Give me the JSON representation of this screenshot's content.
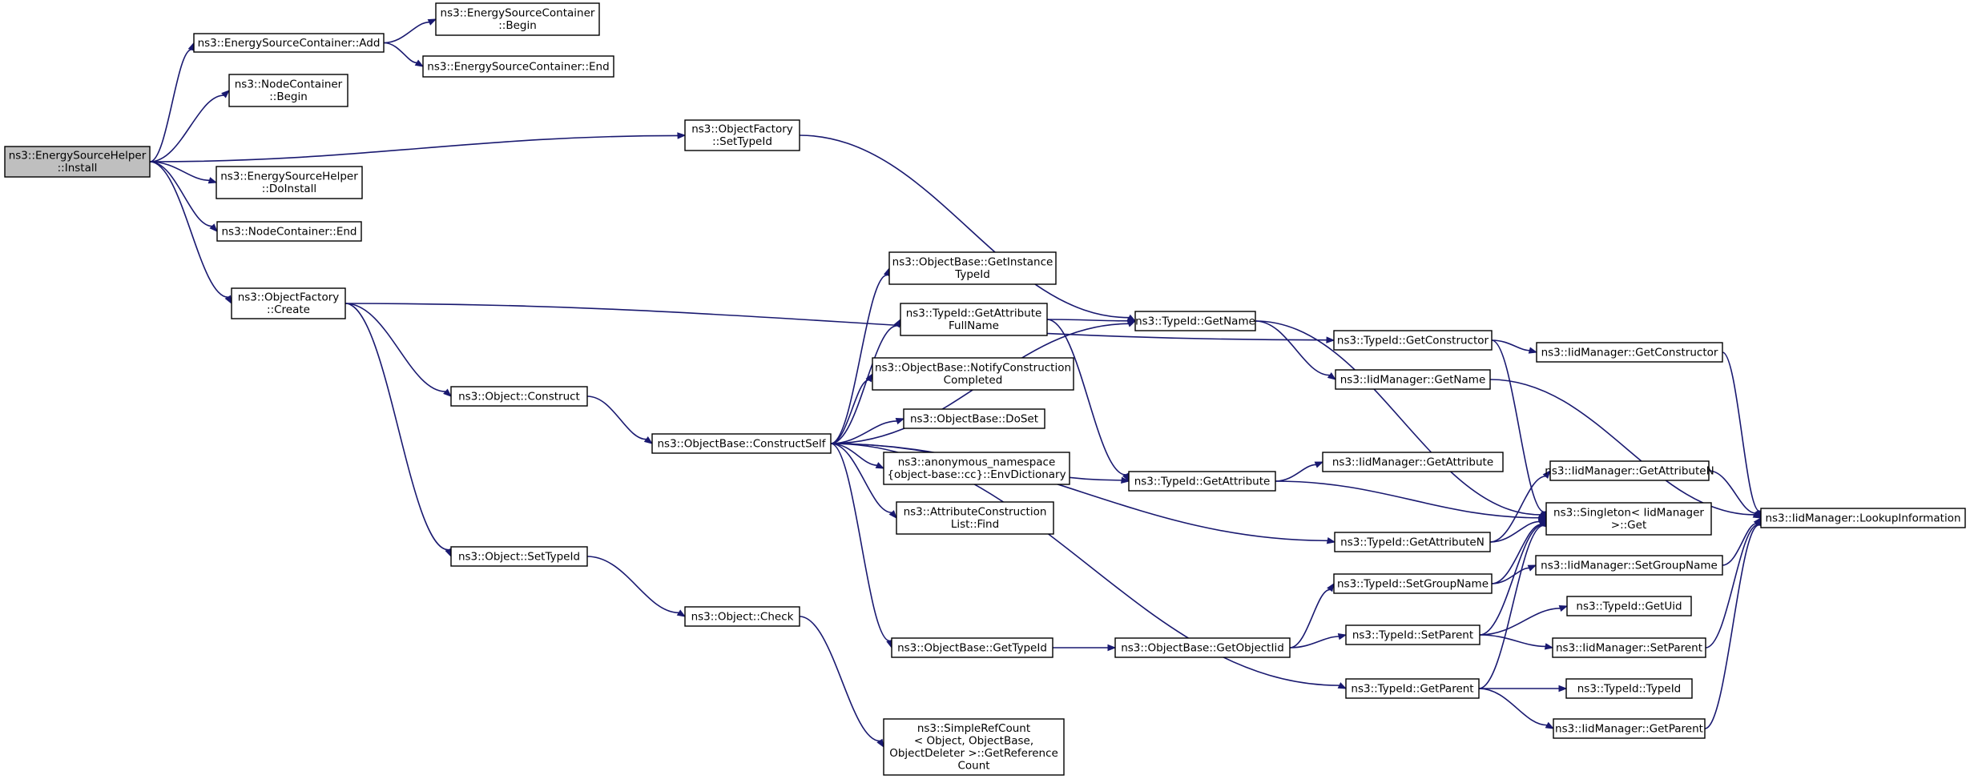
{
  "colors": {
    "edge": "#191970",
    "node_border": "#000000",
    "root_fill": "#bfbfbf",
    "node_fill": "#ffffff"
  },
  "nodes": {
    "install": {
      "lines": [
        "ns3::EnergySourceHelper",
        "::Install"
      ]
    },
    "esc_add": {
      "lines": [
        "ns3::EnergySourceContainer::Add"
      ]
    },
    "esc_begin": {
      "lines": [
        "ns3::EnergySourceContainer",
        "::Begin"
      ]
    },
    "esc_end": {
      "lines": [
        "ns3::EnergySourceContainer::End"
      ]
    },
    "nc_begin": {
      "lines": [
        "ns3::NodeContainer",
        "::Begin"
      ]
    },
    "of_settypeid": {
      "lines": [
        "ns3::ObjectFactory",
        "::SetTypeId"
      ]
    },
    "esh_doinstall": {
      "lines": [
        "ns3::EnergySourceHelper",
        "::DoInstall"
      ]
    },
    "nc_end": {
      "lines": [
        "ns3::NodeContainer::End"
      ]
    },
    "of_create": {
      "lines": [
        "ns3::ObjectFactory",
        "::Create"
      ]
    },
    "ob_getinstance": {
      "lines": [
        "ns3::ObjectBase::GetInstance",
        "TypeId"
      ]
    },
    "tid_getattrfull": {
      "lines": [
        "ns3::TypeId::GetAttribute",
        "FullName"
      ]
    },
    "tid_getname": {
      "lines": [
        "ns3::TypeId::GetName"
      ]
    },
    "tid_getconstructor": {
      "lines": [
        "ns3::TypeId::GetConstructor"
      ]
    },
    "iid_getconstructor": {
      "lines": [
        "ns3::IidManager::GetConstructor"
      ]
    },
    "ob_notify": {
      "lines": [
        "ns3::ObjectBase::NotifyConstruction",
        "Completed"
      ]
    },
    "iid_getname": {
      "lines": [
        "ns3::IidManager::GetName"
      ]
    },
    "obj_construct": {
      "lines": [
        "ns3::Object::Construct"
      ]
    },
    "ob_doset": {
      "lines": [
        "ns3::ObjectBase::DoSet"
      ]
    },
    "ob_constructself": {
      "lines": [
        "ns3::ObjectBase::ConstructSelf"
      ]
    },
    "anon_envdict": {
      "lines": [
        "ns3::anonymous_namespace",
        "{object-base::cc}::EnvDictionary"
      ]
    },
    "iid_getattribute": {
      "lines": [
        "ns3::IidManager::GetAttribute"
      ]
    },
    "tid_getattribute": {
      "lines": [
        "ns3::TypeId::GetAttribute"
      ]
    },
    "iid_getattributen": {
      "lines": [
        "ns3::IidManager::GetAttributeN"
      ]
    },
    "acl_find": {
      "lines": [
        "ns3::AttributeConstruction",
        "List::Find"
      ]
    },
    "singleton_get": {
      "lines": [
        "ns3::Singleton< IidManager",
        " >::Get"
      ]
    },
    "iid_lookup": {
      "lines": [
        "ns3::IidManager::LookupInformation"
      ]
    },
    "tid_getattributen": {
      "lines": [
        "ns3::TypeId::GetAttributeN"
      ]
    },
    "obj_settypeid": {
      "lines": [
        "ns3::Object::SetTypeId"
      ]
    },
    "iid_setgroupname": {
      "lines": [
        "ns3::IidManager::SetGroupName"
      ]
    },
    "tid_setgroupname": {
      "lines": [
        "ns3::TypeId::SetGroupName"
      ]
    },
    "tid_getuid": {
      "lines": [
        "ns3::TypeId::GetUid"
      ]
    },
    "obj_check": {
      "lines": [
        "ns3::Object::Check"
      ]
    },
    "tid_setparent": {
      "lines": [
        "ns3::TypeId::SetParent"
      ]
    },
    "ob_gettypeid": {
      "lines": [
        "ns3::ObjectBase::GetTypeId"
      ]
    },
    "ob_getobjectiid": {
      "lines": [
        "ns3::ObjectBase::GetObjectIid"
      ]
    },
    "iid_setparent": {
      "lines": [
        "ns3::IidManager::SetParent"
      ]
    },
    "tid_getparent": {
      "lines": [
        "ns3::TypeId::GetParent"
      ]
    },
    "tid_typeid": {
      "lines": [
        "ns3::TypeId::TypeId"
      ]
    },
    "iid_getparent": {
      "lines": [
        "ns3::IidManager::GetParent"
      ]
    },
    "src_getrefcount": {
      "lines": [
        "ns3::SimpleRefCount",
        "< Object, ObjectBase,",
        " ObjectDeleter >::GetReference",
        "Count"
      ]
    }
  },
  "edges": [
    [
      "install",
      "esc_add"
    ],
    [
      "install",
      "nc_begin"
    ],
    [
      "install",
      "of_settypeid"
    ],
    [
      "install",
      "esh_doinstall"
    ],
    [
      "install",
      "nc_end"
    ],
    [
      "install",
      "of_create"
    ],
    [
      "esc_add",
      "esc_begin"
    ],
    [
      "esc_add",
      "esc_end"
    ],
    [
      "of_settypeid",
      "tid_getname"
    ],
    [
      "of_create",
      "tid_getconstructor"
    ],
    [
      "of_create",
      "obj_construct"
    ],
    [
      "of_create",
      "obj_settypeid"
    ],
    [
      "obj_construct",
      "ob_constructself"
    ],
    [
      "ob_constructself",
      "tid_getname"
    ],
    [
      "ob_constructself",
      "ob_getinstance"
    ],
    [
      "ob_constructself",
      "tid_getattrfull"
    ],
    [
      "ob_constructself",
      "ob_notify"
    ],
    [
      "ob_constructself",
      "ob_doset"
    ],
    [
      "ob_constructself",
      "anon_envdict"
    ],
    [
      "ob_constructself",
      "acl_find"
    ],
    [
      "ob_constructself",
      "tid_getattribute"
    ],
    [
      "ob_constructself",
      "tid_getattributen"
    ],
    [
      "ob_constructself",
      "ob_gettypeid"
    ],
    [
      "ob_constructself",
      "tid_getparent"
    ],
    [
      "tid_getattrfull",
      "tid_getname"
    ],
    [
      "tid_getattrfull",
      "tid_getattribute"
    ],
    [
      "tid_getname",
      "iid_getname"
    ],
    [
      "tid_getname",
      "singleton_get"
    ],
    [
      "tid_getconstructor",
      "iid_getconstructor"
    ],
    [
      "tid_getconstructor",
      "singleton_get"
    ],
    [
      "iid_getconstructor",
      "iid_lookup"
    ],
    [
      "iid_getname",
      "iid_lookup"
    ],
    [
      "tid_getattribute",
      "iid_getattribute"
    ],
    [
      "tid_getattribute",
      "singleton_get"
    ],
    [
      "tid_getattributen",
      "iid_getattributen"
    ],
    [
      "tid_getattributen",
      "singleton_get"
    ],
    [
      "iid_getattributen",
      "iid_lookup"
    ],
    [
      "obj_settypeid",
      "obj_check"
    ],
    [
      "obj_check",
      "src_getrefcount"
    ],
    [
      "ob_gettypeid",
      "ob_getobjectiid"
    ],
    [
      "ob_getobjectiid",
      "tid_setgroupname"
    ],
    [
      "ob_getobjectiid",
      "tid_setparent"
    ],
    [
      "tid_setgroupname",
      "iid_setgroupname"
    ],
    [
      "tid_setgroupname",
      "singleton_get"
    ],
    [
      "iid_setgroupname",
      "iid_lookup"
    ],
    [
      "tid_setparent",
      "tid_getuid"
    ],
    [
      "tid_setparent",
      "iid_setparent"
    ],
    [
      "tid_setparent",
      "singleton_get"
    ],
    [
      "iid_setparent",
      "iid_lookup"
    ],
    [
      "tid_getparent",
      "tid_typeid"
    ],
    [
      "tid_getparent",
      "iid_getparent"
    ],
    [
      "tid_getparent",
      "singleton_get"
    ],
    [
      "iid_getparent",
      "iid_lookup"
    ]
  ]
}
